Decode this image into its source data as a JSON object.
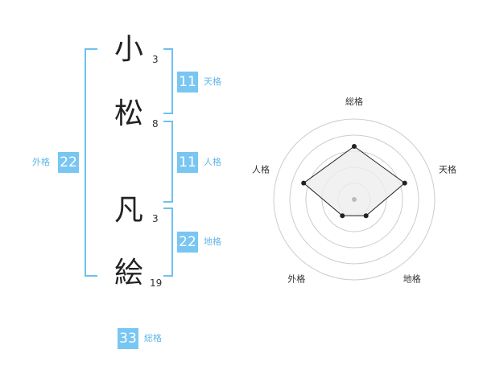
{
  "name": {
    "chars": [
      {
        "char": "小",
        "strokes": "3"
      },
      {
        "char": "松",
        "strokes": "8"
      },
      {
        "char": "凡",
        "strokes": "3"
      },
      {
        "char": "絵",
        "strokes": "19"
      }
    ]
  },
  "grids": {
    "tenkaku": {
      "value": "11",
      "label": "天格"
    },
    "jinkaku": {
      "value": "11",
      "label": "人格"
    },
    "chikaku": {
      "value": "22",
      "label": "地格"
    },
    "gaikaku": {
      "value": "22",
      "label": "外格"
    },
    "soukaku": {
      "value": "33",
      "label": "総格"
    }
  },
  "colors": {
    "accent": "#79c6f2",
    "bracket": "#6ec0f0",
    "radar_fill": "#eeeeee",
    "radar_ring": "#cccccc"
  },
  "chart_data": {
    "type": "radar",
    "axes": [
      "総格",
      "天格",
      "地格",
      "外格",
      "人格"
    ],
    "values": [
      0.66,
      0.66,
      0.25,
      0.25,
      0.66
    ],
    "range": [
      0,
      1
    ],
    "rings": 5
  }
}
